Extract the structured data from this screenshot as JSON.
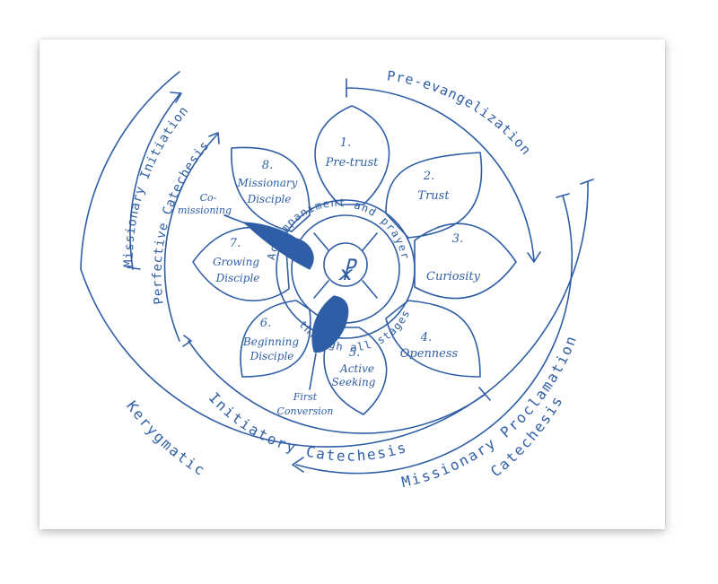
{
  "colors": {
    "ink": "#2f5ea6",
    "paper": "#ffffff"
  },
  "petals": [
    {
      "id": "p1",
      "num": "1.",
      "label": "Pre-trust"
    },
    {
      "id": "p2",
      "num": "2.",
      "label": "Trust"
    },
    {
      "id": "p3",
      "num": "3.",
      "label": "Curiosity"
    },
    {
      "id": "p4",
      "num": "4.",
      "label": "Openness"
    },
    {
      "id": "p5",
      "num": "5.",
      "label1": "Active",
      "label2": "Seeking"
    },
    {
      "id": "p6",
      "num": "6.",
      "label1": "Beginning",
      "label2": "Disciple"
    },
    {
      "id": "p7",
      "num": "7.",
      "label1": "Growing",
      "label2": "Disciple"
    },
    {
      "id": "p8",
      "num": "8.",
      "label1": "Missionary",
      "label2": "Disciple"
    }
  ],
  "notes": {
    "commissioning1": "Co-",
    "commissioning2": "missioning",
    "first_conversion1": "First",
    "first_conversion2": "Conversion"
  },
  "center": {
    "symbol": "☧"
  },
  "ring": {
    "top": "Accompaniment and prayer",
    "bottom": "through all stages"
  },
  "arcs": {
    "pre_evangelization": "Pre-evangelization",
    "missionary_initiation": "Missionary Initiation",
    "perfective_catechesis": "Perfective Catechesis",
    "initiatory_catechesis": "Initiatory Catechesis",
    "missionary_proclamation": "Missionary Proclamation",
    "kerygmatic": "Kerygmatic",
    "catechesis": "Catechesis"
  }
}
